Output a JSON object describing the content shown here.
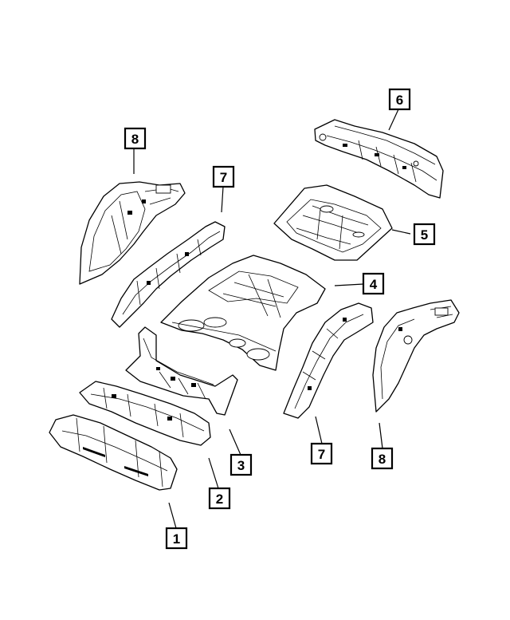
{
  "callouts": [
    {
      "id": "c1",
      "label": "1"
    },
    {
      "id": "c2",
      "label": "2"
    },
    {
      "id": "c3",
      "label": "3"
    },
    {
      "id": "c4",
      "label": "4"
    },
    {
      "id": "c5",
      "label": "5"
    },
    {
      "id": "c6",
      "label": "6"
    },
    {
      "id": "c7a",
      "label": "7"
    },
    {
      "id": "c7b",
      "label": "7"
    },
    {
      "id": "c8a",
      "label": "8"
    },
    {
      "id": "c8b",
      "label": "8"
    }
  ]
}
